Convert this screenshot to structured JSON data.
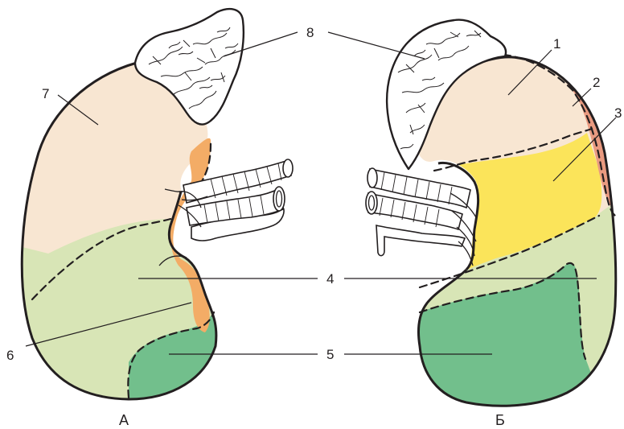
{
  "colors": {
    "segment_1": "#f8e6d2",
    "segment_2": "#e99a80",
    "segment_3": "#fbe45a",
    "segment_4": "#d8e5b6",
    "segment_5": "#72bf8c",
    "segment_6": "#f3ac66",
    "segment_7": "#f8e6d2",
    "outline": "#231f20"
  },
  "labels": {
    "n1": "1",
    "n2": "2",
    "n3": "3",
    "n4": "4",
    "n5": "5",
    "n6": "6",
    "n7": "7",
    "n8": "8"
  },
  "captions": {
    "left": "А",
    "right": "Б"
  }
}
